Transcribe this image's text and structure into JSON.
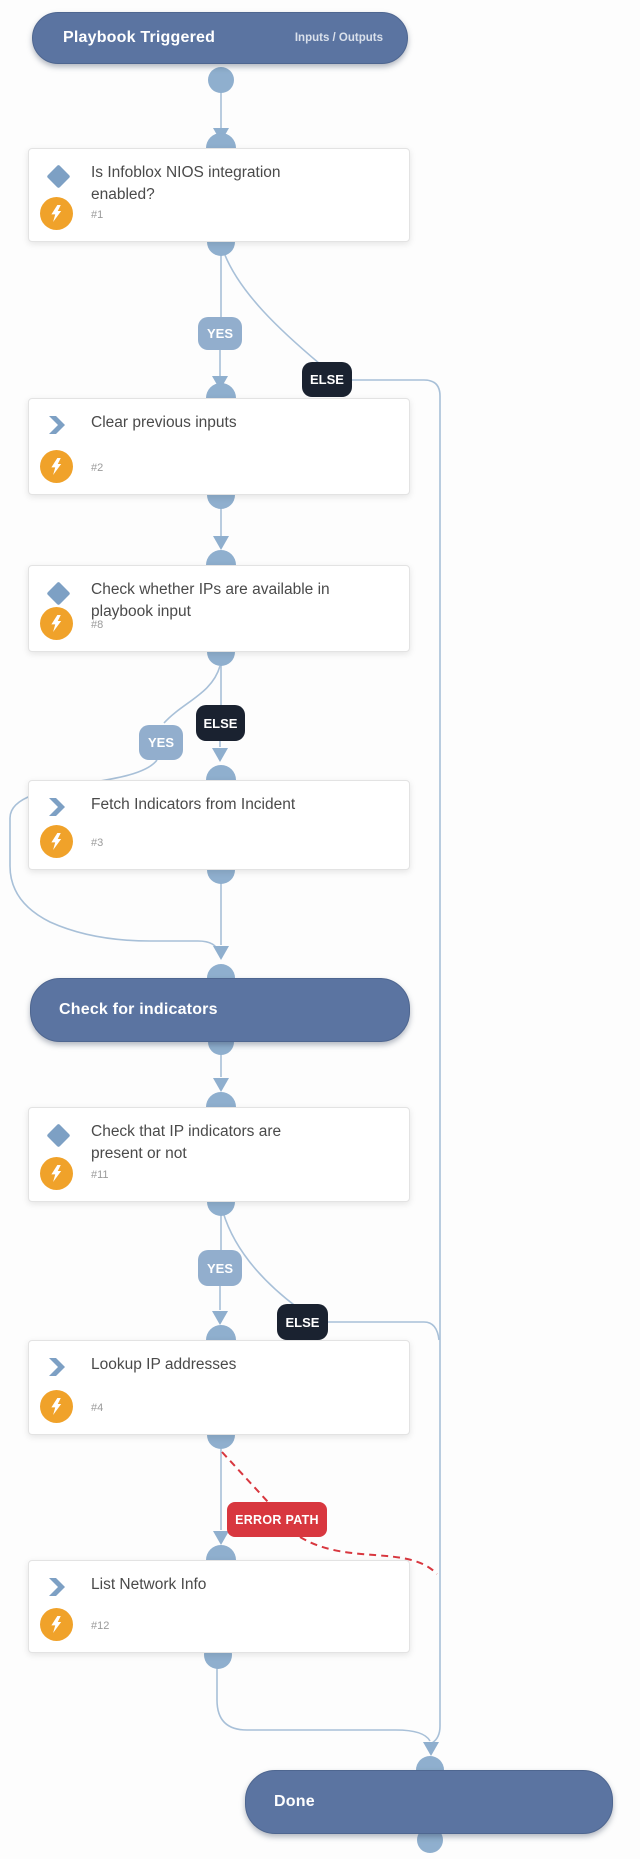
{
  "start": {
    "title": "Playbook Triggered",
    "link_label": "Inputs / Outputs"
  },
  "section": {
    "title": "Check for indicators"
  },
  "end": {
    "title": "Done"
  },
  "tasks": [
    {
      "id": "#1",
      "title": "Is Infoblox NIOS integration enabled?",
      "type": "condition"
    },
    {
      "id": "#2",
      "title": "Clear previous inputs",
      "type": "task"
    },
    {
      "id": "#8",
      "title": "Check whether IPs are available in playbook input",
      "type": "condition"
    },
    {
      "id": "#3",
      "title": "Fetch Indicators from Incident",
      "type": "task"
    },
    {
      "id": "#11",
      "title": "Check that IP indicators are present or not",
      "type": "condition"
    },
    {
      "id": "#4",
      "title": "Lookup IP addresses",
      "type": "task"
    },
    {
      "id": "#12",
      "title": "List Network Info",
      "type": "task"
    }
  ],
  "labels": {
    "yes": "YES",
    "else": "ELSE",
    "error_path": "ERROR PATH"
  },
  "colors": {
    "header_pill": "#5b74a1",
    "connector_dot": "#8fafce",
    "flow_line": "#a8c0d8",
    "yes_badge": "#92aecd",
    "else_badge": "#1a2230",
    "error_badge": "#d8373f",
    "bolt_icon_bg": "#f0a22a",
    "condition_icon": "#7da0c4",
    "title_text": "#4a4a4a"
  }
}
